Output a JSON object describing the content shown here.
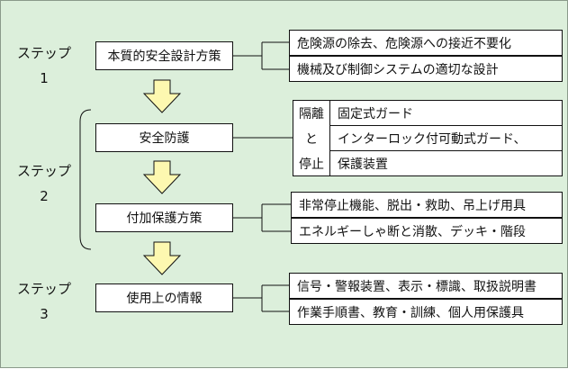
{
  "steps": [
    {
      "label": "ステップ",
      "number": "1"
    },
    {
      "label": "ステップ",
      "number": "2"
    },
    {
      "label": "ステップ",
      "number": "3"
    }
  ],
  "main_boxes": {
    "inherent": "本質的安全設計方策",
    "guarding": "安全防護",
    "additional": "付加保護方策",
    "info": "使用上の情報"
  },
  "details": {
    "inherent": [
      "危険源の除去、危険源への接近不要化",
      "機械及び制御システムの適切な設計"
    ],
    "guarding_side": [
      "隔離",
      "と",
      "停止"
    ],
    "guarding": [
      "固定式ガード",
      "インターロック付可動式ガード、",
      "保護装置"
    ],
    "additional": [
      "非常停止機能、脱出・救助、吊上げ用具",
      "エネルギーしゃ断と消散、デッキ・階段"
    ],
    "info": [
      "信号・警報装置、表示・標識、取扱説明書",
      "作業手順書、教育・訓練、個人用保護具"
    ]
  },
  "colors": {
    "background": "#dcefdb",
    "arrow_fill": "#fdf8b0",
    "box": "#ffffff",
    "line": "#111111"
  }
}
